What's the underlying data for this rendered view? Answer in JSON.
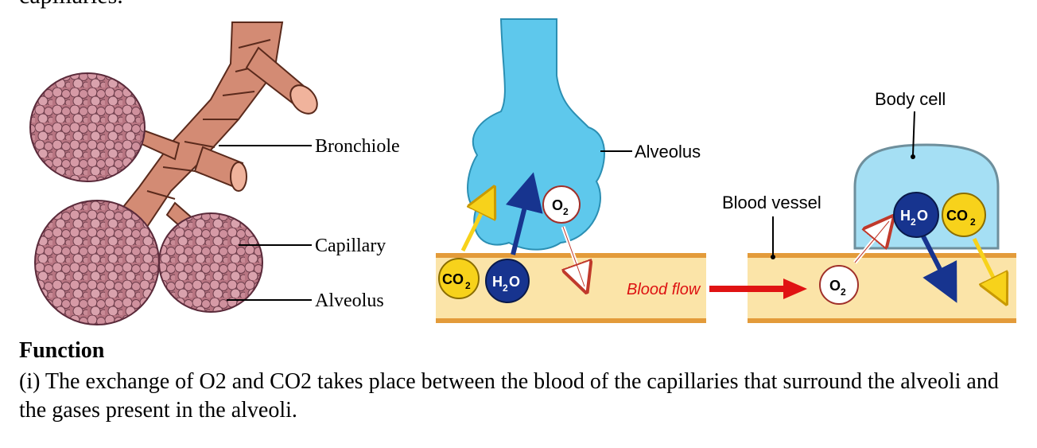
{
  "top_text": "capillaries.",
  "left_figure": {
    "labels": {
      "bronchiole": "Bronchiole",
      "capillary": "Capillary",
      "alveolus": "Alveolus"
    }
  },
  "middle_figure": {
    "alveolus_label": "Alveolus",
    "molecules": {
      "co2": "CO",
      "h2o_h": "H",
      "h2o_o": "O",
      "o2": "O",
      "sub2": "2"
    }
  },
  "right_figure": {
    "body_cell_label": "Body cell",
    "blood_vessel_label": "Blood vessel",
    "blood_flow_label": "Blood flow"
  },
  "colors": {
    "alveolus_blue": "#5ec8ec",
    "vessel_fill": "#fbe4a8",
    "vessel_edge": "#e39b3a",
    "co2_yellow": "#f7d21b",
    "h2o_navy": "#17348f",
    "arrow_red": "#e01313",
    "lung_pink": "#c98a96"
  },
  "text": {
    "heading": "Function",
    "paragraph": "(i) The exchange of O2 and CO2 takes place between the blood of the capillaries that surround the alveoli and the gases present in the alveoli."
  }
}
